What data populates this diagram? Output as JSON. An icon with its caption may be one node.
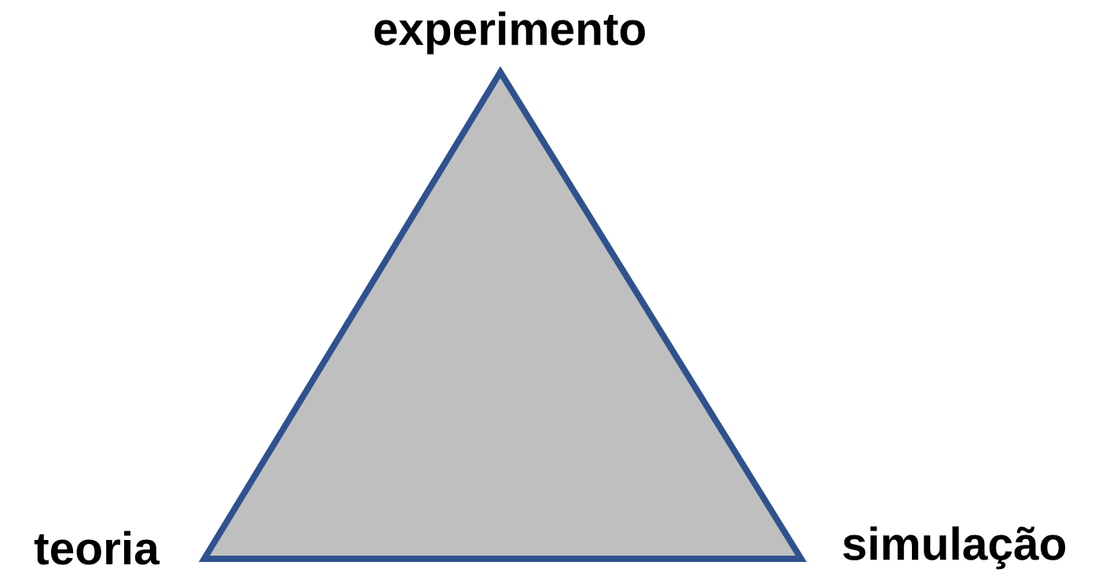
{
  "diagram": {
    "nodes": [
      {
        "text": [],
        "shape": "triangle"
      }
    ],
    "labels": [
      "experimento",
      "teoria",
      "simulação"
    ]
  }
}
